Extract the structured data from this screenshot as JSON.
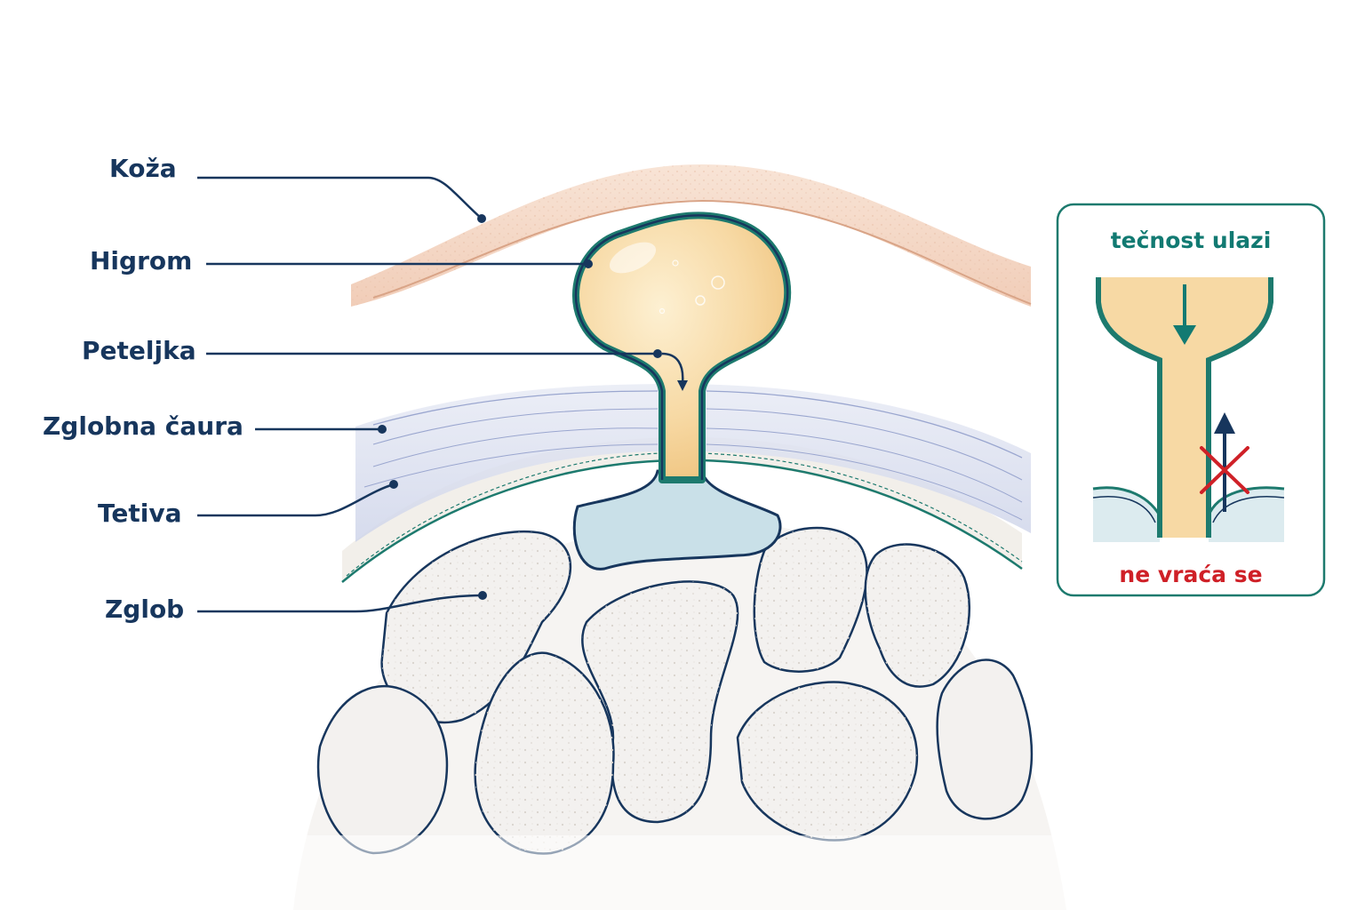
{
  "labels": {
    "skin": "Koža",
    "hygroma": "Higrom",
    "stalk": "Peteljka",
    "joint_capsule": "Zglobna čaura",
    "tendon": "Tetiva",
    "joint": "Zglob"
  },
  "inset": {
    "fluid_enters": "tečnost ulazi",
    "does_not_return": "ne vraća se"
  },
  "colors": {
    "label_text": "#17365d",
    "leader_line": "#17365d",
    "inset_border": "#1d7a6e",
    "fluid_enters": "#127a72",
    "does_not_return": "#cf2027",
    "hygroma_fill": "#f7d9a4",
    "synovial_fill": "#c9e0e8",
    "skin_fill": "#f6dccb",
    "capsule_fill": "#dfe3f0",
    "bone_fill": "#f3f1ef"
  }
}
